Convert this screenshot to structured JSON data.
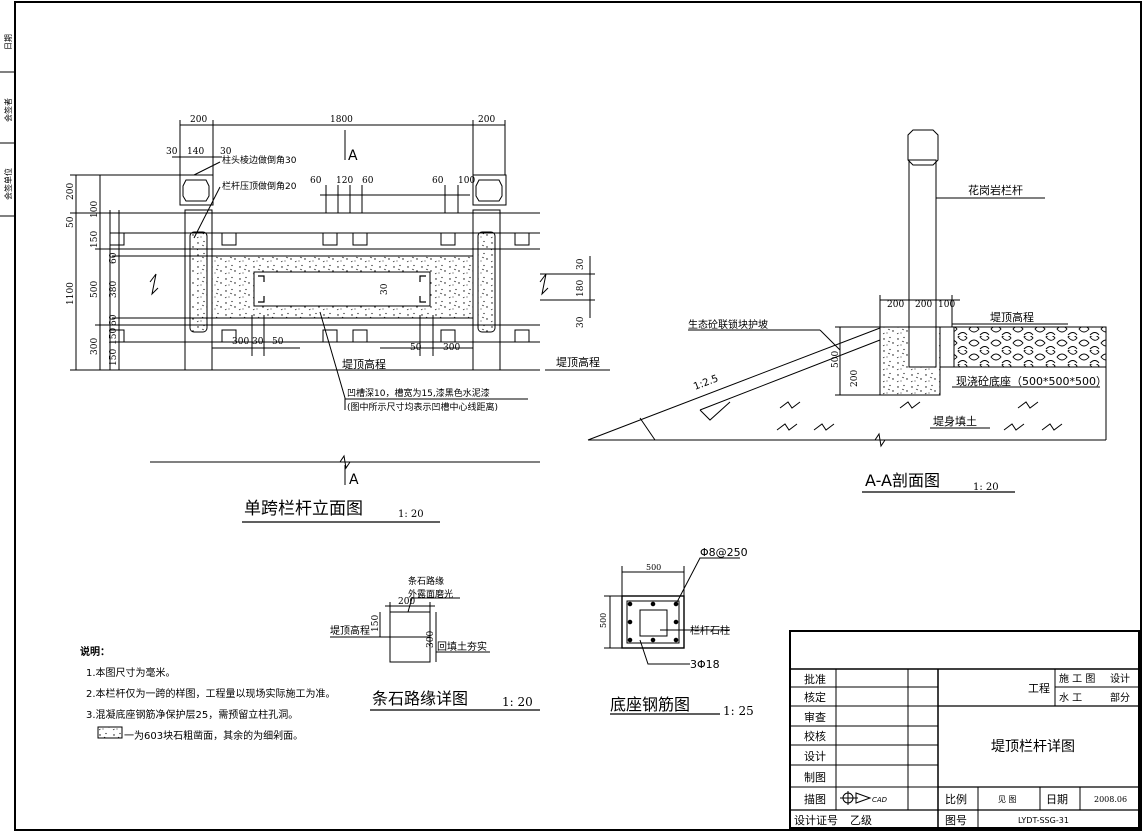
{
  "margin_labels": [
    "日期",
    "会签者",
    "会签单位"
  ],
  "elevation": {
    "title": "单跨栏杆立面图",
    "scale": "1: 20",
    "section_mark": "A",
    "dims_top": [
      "200",
      "1800",
      "200"
    ],
    "dims_small_top": [
      "30",
      "140",
      "30"
    ],
    "dims_mid": [
      "60",
      "120",
      "60",
      "60",
      "100"
    ],
    "note_chamfer_head": "柱头棱边做倒角30",
    "note_chamfer_rail": "栏杆压顶做倒角20",
    "dims_left_outer": [
      "200",
      "50",
      "1100",
      "300"
    ],
    "dims_left_inner": [
      "100",
      "150",
      "60",
      "500",
      "380",
      "60",
      "150",
      "150"
    ],
    "dims_right": [
      "30",
      "180",
      "30"
    ],
    "dim_inner_30": "30",
    "dims_bottom": [
      "300",
      "30",
      "50",
      "50",
      "300"
    ],
    "label_crest_1": "堤顶高程",
    "label_crest_2": "堤顶高程",
    "note_groove": "凹槽深10，槽宽为15,漆黑色水泥漆",
    "note_groove_sub": "(图中所示尺寸均表示凹槽中心线距离)"
  },
  "section": {
    "title": "A-A剖面图",
    "scale": "1: 20",
    "label_granite": "花岗岩栏杆",
    "dims_top": [
      "200",
      "200",
      "100"
    ],
    "label_crest": "堤顶高程",
    "label_slope_protection": "生态砼联锁块护坡",
    "slope_ratio": "1:2.5",
    "dims_side": [
      "500",
      "200"
    ],
    "label_base": "现浇砼底座（500*500*500）",
    "label_fill": "堤身填土"
  },
  "curb": {
    "title": "条石路缘详图",
    "scale": "1: 20",
    "label_curb": "条石路缘",
    "label_polish": "外露面磨光",
    "dim_width": "200",
    "dim_h1": "150",
    "dim_h2": "300",
    "label_crest": "堤顶高程",
    "label_backfill": "回填土夯实"
  },
  "base": {
    "title": "底座钢筋图",
    "scale": "1: 25",
    "label_stirrup": "Φ8@250",
    "dim_width": "500",
    "dim_height": "500",
    "label_column": "栏杆石柱",
    "label_bars": "3Φ18"
  },
  "notes": {
    "heading": "说明：",
    "items": [
      "1.本图尺寸为毫米。",
      "2.本栏杆仅为一跨的样图，工程量以现场实际施工为准。",
      "3.混凝底座钢筋净保护层25，需预留立柱孔洞。",
      "一为603块石粗凿面，其余的为细剁面。"
    ]
  },
  "title_block": {
    "roles": [
      "批准",
      "核定",
      "审查",
      "校核",
      "设计",
      "制图",
      "描图"
    ],
    "cert_label": "设计证号",
    "cert_value": "乙级",
    "project_label": "工程",
    "stage_1": "施 工 图",
    "stage_2": "设计",
    "dept_1": "水    工",
    "dept_2": "部分",
    "drawing_title": "堤顶栏杆详图",
    "scale_label": "比例",
    "scale_value": "见 图",
    "date_label": "日期",
    "date_value": "2008.06",
    "number_label": "图号",
    "number_value": "LYDT-SSG-31",
    "logo_text": "CAD"
  }
}
